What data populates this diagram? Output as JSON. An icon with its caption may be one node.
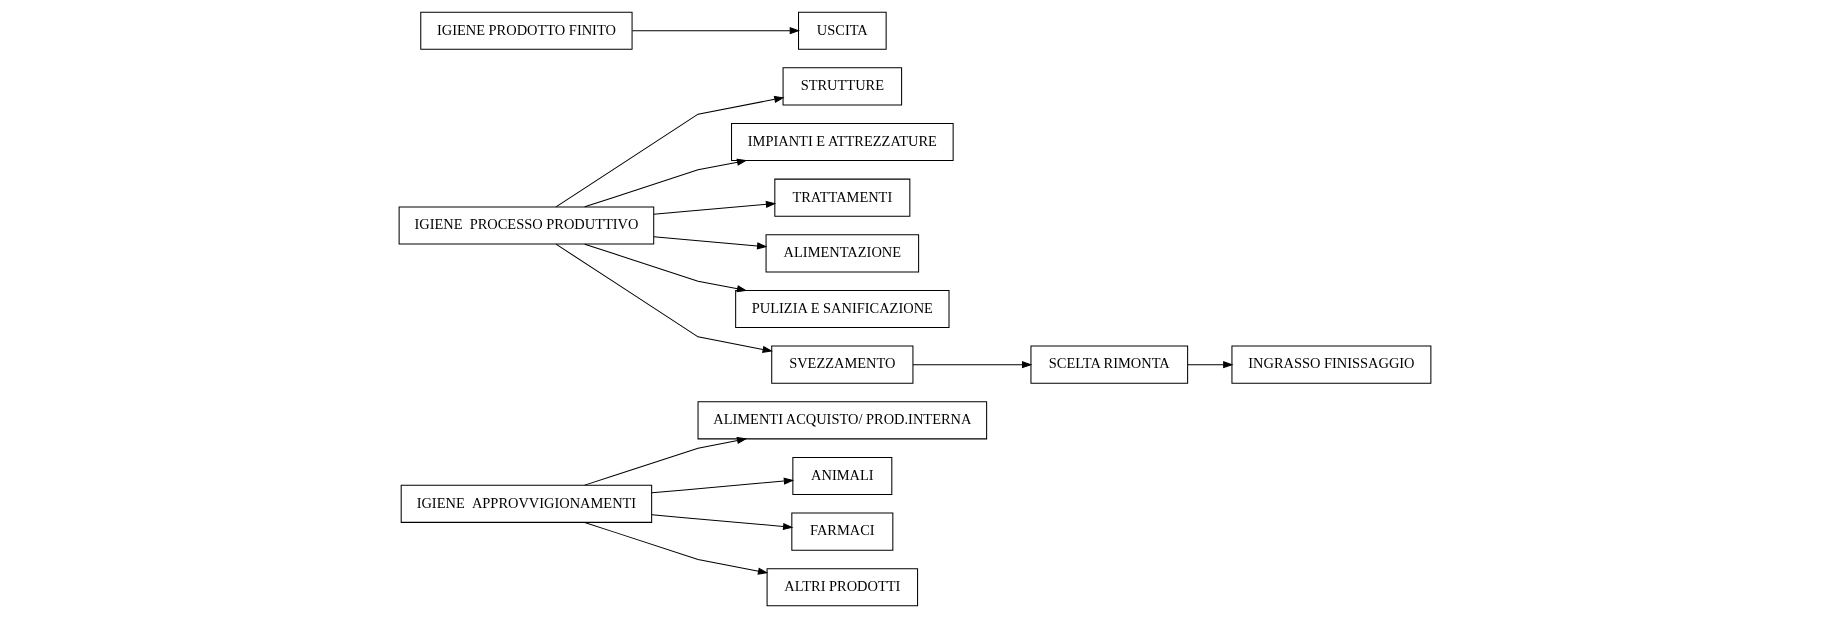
{
  "diagram": {
    "nodes": [
      {
        "text": [
          "IGIENE  APPROVVIGIONAMENTI"
        ]
      },
      {
        "text": [
          "ALIMENTI ACQUISTO/ PROD.INTERNA"
        ]
      },
      {
        "text": [
          "ANIMALI"
        ]
      },
      {
        "text": [
          "FARMACI"
        ]
      },
      {
        "text": [
          "ALTRI PRODOTTI"
        ]
      },
      {
        "text": [
          "IGIENE  PROCESSO PRODUTTIVO"
        ]
      },
      {
        "text": [
          "STRUTTURE"
        ]
      },
      {
        "text": [
          "IMPIANTI E ATTREZZATURE"
        ]
      },
      {
        "text": [
          "TRATTAMENTI"
        ]
      },
      {
        "text": [
          "ALIMENTAZIONE"
        ]
      },
      {
        "text": [
          "PULIZIA E SANIFICAZIONE"
        ]
      },
      {
        "text": [
          "SVEZZAMENTO"
        ]
      },
      {
        "text": [
          "SCELTA RIMONTA"
        ]
      },
      {
        "text": [
          "INGRASSO FINISSAGGIO"
        ]
      },
      {
        "text": [
          "IGIENE PRODOTTO FINITO"
        ]
      },
      {
        "text": [
          "USCITA"
        ]
      }
    ],
    "edges": [
      {
        "from": 0,
        "to": 1,
        "arrow": "to"
      },
      {
        "from": 0,
        "to": 2,
        "arrow": "to"
      },
      {
        "from": 0,
        "to": 3,
        "arrow": "to"
      },
      {
        "from": 0,
        "to": 4,
        "arrow": "to"
      },
      {
        "from": 5,
        "to": 6,
        "arrow": "to"
      },
      {
        "from": 5,
        "to": 7,
        "arrow": "to"
      },
      {
        "from": 5,
        "to": 8,
        "arrow": "to"
      },
      {
        "from": 5,
        "to": 9,
        "arrow": "to"
      },
      {
        "from": 5,
        "to": 10,
        "arrow": "to"
      },
      {
        "from": 5,
        "to": 11,
        "arrow": "to"
      },
      {
        "from": 11,
        "to": 12,
        "arrow": "to"
      },
      {
        "from": 12,
        "to": 13,
        "arrow": "to"
      },
      {
        "from": 14,
        "to": 15,
        "arrow": "to"
      }
    ]
  }
}
